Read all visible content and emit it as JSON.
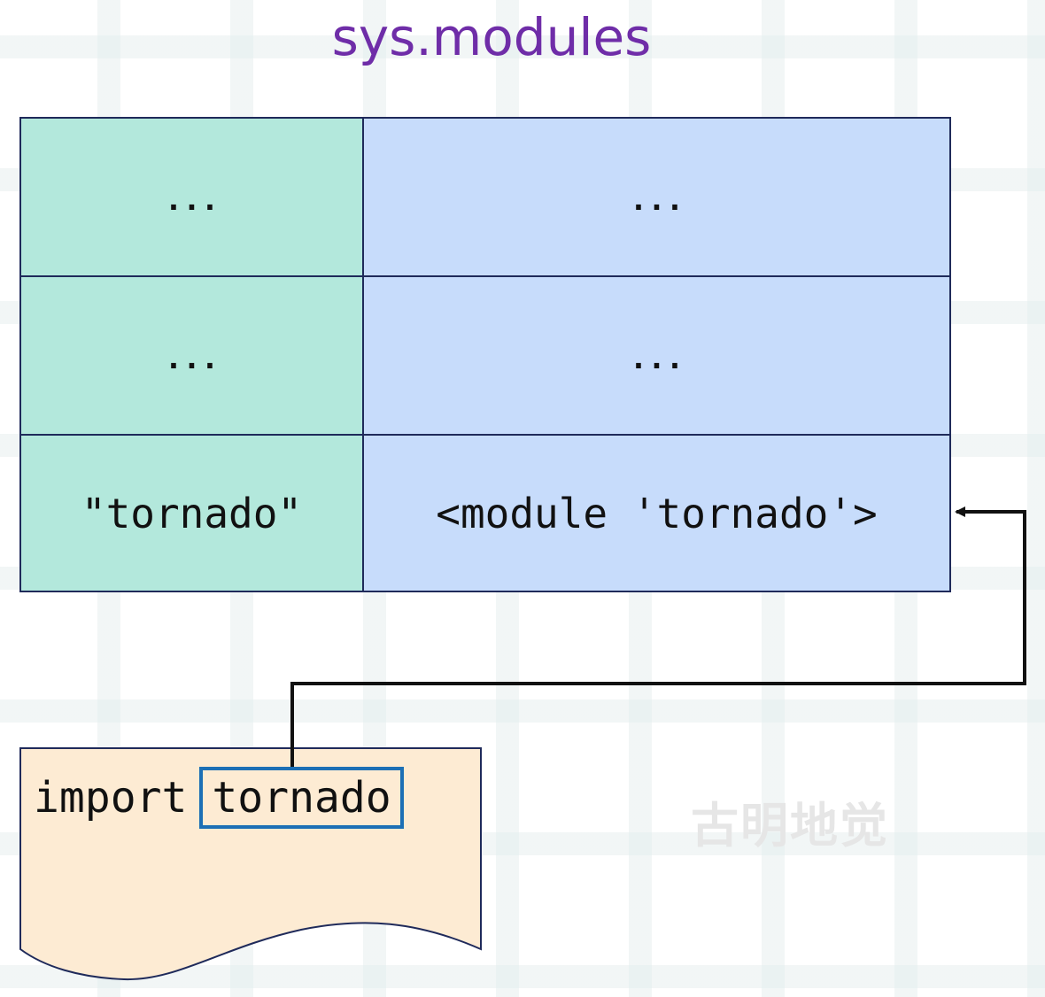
{
  "title": "sys.modules",
  "table": {
    "rows": [
      {
        "key": "...",
        "value": "..."
      },
      {
        "key": "...",
        "value": "..."
      },
      {
        "key": "\"tornado\"",
        "value": "<module 'tornado'>"
      }
    ]
  },
  "code": {
    "keyword": "import",
    "module": "tornado"
  },
  "watermark": "古明地觉",
  "colors": {
    "title": "#6f2da8",
    "key_cell": "#b3e8dc",
    "value_cell": "#c7dcfb",
    "document": "#fdebd3",
    "highlight_border": "#1c6fb5",
    "arrow": "#111111"
  }
}
